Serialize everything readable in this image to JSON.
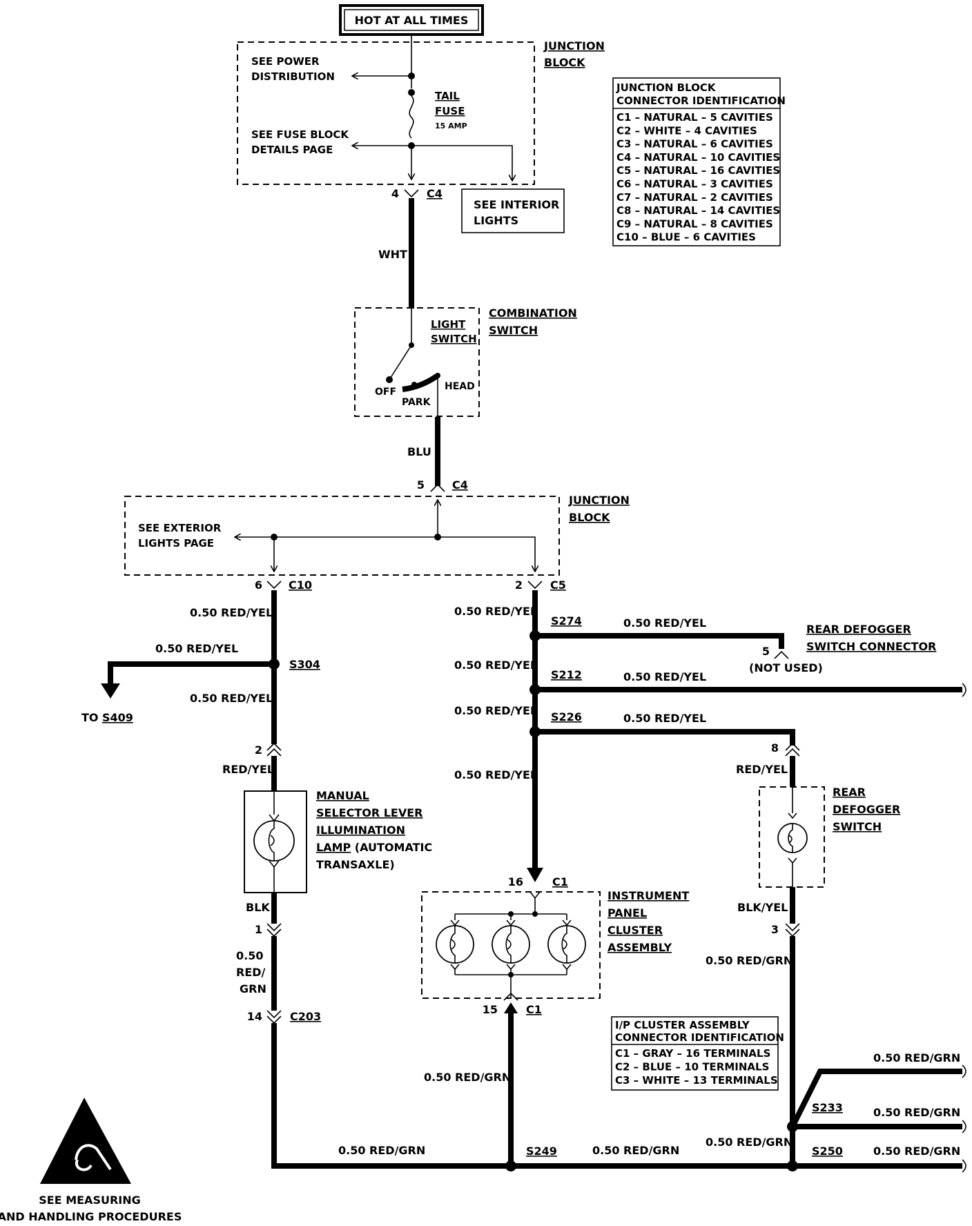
{
  "header": {
    "hot_label": "HOT AT ALL TIMES"
  },
  "junction_block_top": {
    "title_1": "JUNCTION",
    "title_2": "BLOCK",
    "see_power_1": "SEE POWER",
    "see_power_2": "DISTRIBUTION",
    "fuse_1": "TAIL",
    "fuse_2": "FUSE",
    "fuse_3": "15 AMP",
    "see_fuse_1": "SEE FUSE BLOCK",
    "see_fuse_2": "DETAILS PAGE",
    "pin": "4",
    "connector": "C4"
  },
  "interior_lights": {
    "line1": "SEE INTERIOR",
    "line2": "LIGHTS"
  },
  "jb_id_table": {
    "title_1": "JUNCTION BLOCK",
    "title_2": "CONNECTOR IDENTIFICATION",
    "rows": [
      "C1 – NATURAL – 5 CAVITIES",
      "C2 – WHITE – 4 CAVITIES",
      "C3 – NATURAL – 6 CAVITIES",
      "C4 – NATURAL – 10 CAVITIES",
      "C5 – NATURAL – 16 CAVITIES",
      "C6 – NATURAL – 3 CAVITIES",
      "C7 – NATURAL – 2 CAVITIES",
      "C8 – NATURAL – 14 CAVITIES",
      "C9 – NATURAL – 8 CAVITIES",
      "C10 – BLUE – 6 CAVITIES"
    ]
  },
  "wires": {
    "wht": "WHT",
    "blu": "BLU",
    "red_yel_050": "0.50 RED/YEL",
    "red_yel": "RED/YEL",
    "blk": "BLK",
    "blk_yel": "BLK/YEL",
    "red_grn_050": "0.50 RED/GRN",
    "red_grn_a": "0.50",
    "red_grn_b": "RED/",
    "red_grn_c": "GRN"
  },
  "combination_switch": {
    "title_1": "COMBINATION",
    "title_2": "SWITCH",
    "sub_1": "LIGHT",
    "sub_2": "SWITCH",
    "off": "OFF",
    "park": "PARK",
    "head": "HEAD"
  },
  "junction_block_mid": {
    "title_1": "JUNCTION",
    "title_2": "BLOCK",
    "see_ext_1": "SEE EXTERIOR",
    "see_ext_2": "LIGHTS PAGE",
    "in_pin": "5",
    "in_conn": "C4",
    "left_pin": "6",
    "left_conn": "C10",
    "right_pin": "2",
    "right_conn": "C5"
  },
  "splices": {
    "s304": "S304",
    "s409_prefix": "TO ",
    "s409": "S409",
    "s274": "S274",
    "s212": "S212",
    "s226": "S226",
    "s249": "S249",
    "s233": "S233",
    "s250": "S250"
  },
  "rear_defogger_connector": {
    "title_1": "REAR DEFOGGER",
    "title_2": "SWITCH CONNECTOR",
    "pin": "5",
    "note": "(NOT USED)"
  },
  "selector_lamp": {
    "pin_top": "2",
    "pin_bottom": "1",
    "l1": "MANUAL",
    "l2": "SELECTOR LEVER",
    "l3": "ILLUMINATION",
    "l4": "LAMP",
    "l4_rest": " (AUTOMATIC",
    "l5": "TRANSAXLE)"
  },
  "rear_defogger_switch": {
    "pin_top": "8",
    "pin_bottom": "3",
    "l1": "REAR",
    "l2": "DEFOGGER",
    "l3": "SWITCH"
  },
  "cluster": {
    "pin_top": "16",
    "conn_top": "C1",
    "pin_bottom": "15",
    "conn_bottom": "C1",
    "l1": "INSTRUMENT",
    "l2": "PANEL",
    "l3": "CLUSTER",
    "l4": "ASSEMBLY"
  },
  "c203": {
    "pin": "14",
    "conn": "C203"
  },
  "ip_id_table": {
    "title_1": "I/P CLUSTER ASSEMBLY",
    "title_2": "CONNECTOR IDENTIFICATION",
    "rows": [
      "C1 – GRAY – 16 TERMINALS",
      "C2 – BLUE – 10 TERMINALS",
      "C3 – WHITE – 13 TERMINALS"
    ]
  },
  "esd": {
    "line1": "SEE  MEASURING",
    "line2": "AND HANDLING PROCEDURES"
  }
}
